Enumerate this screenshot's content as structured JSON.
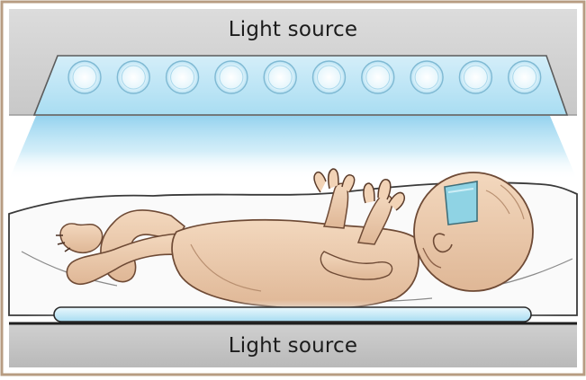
{
  "labels": {
    "top": "Light source",
    "bottom": "Light source"
  },
  "icons": {
    "bulb": "light-bulb-icon",
    "infant": "infant-illustration",
    "eye_shield": "eye-shield-icon"
  },
  "colors": {
    "frame_border": "#b79c82",
    "housing_top": "#d3d3d3",
    "housing_bottom": "#c4c4c4",
    "light_glow": "#8fd0ee",
    "bulb_fill": "#dff3fb",
    "tube_fill": "#cfeefa",
    "skin": "#efcfb1",
    "eye_shield": "#8fd3e4"
  }
}
